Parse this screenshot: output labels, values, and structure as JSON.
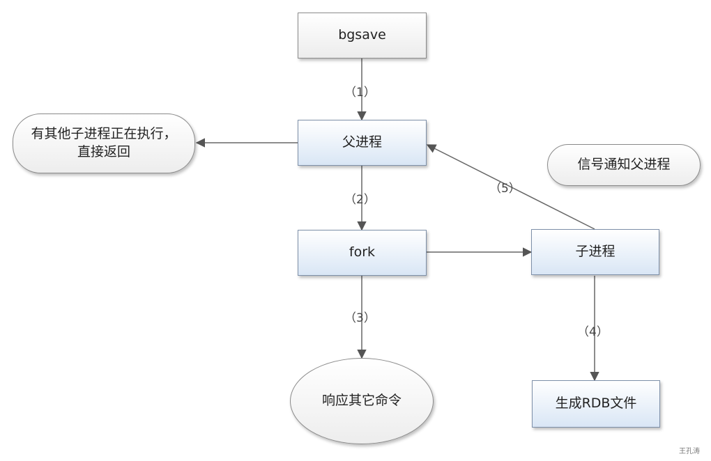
{
  "diagram": {
    "nodes": {
      "bgsave": "bgsave",
      "parent": "父进程",
      "other_running": "有其他子进程正在执行，直接返回",
      "fork": "fork",
      "child": "子进程",
      "signal_note": "信号通知父进程",
      "respond_other": "响应其它命令",
      "generate_rdb": "生成RDB文件"
    },
    "steps": {
      "s1": "（1）",
      "s2": "（2）",
      "s3": "（3）",
      "s4": "（4）",
      "s5": "（5）"
    }
  },
  "watermark": "王孔涛"
}
